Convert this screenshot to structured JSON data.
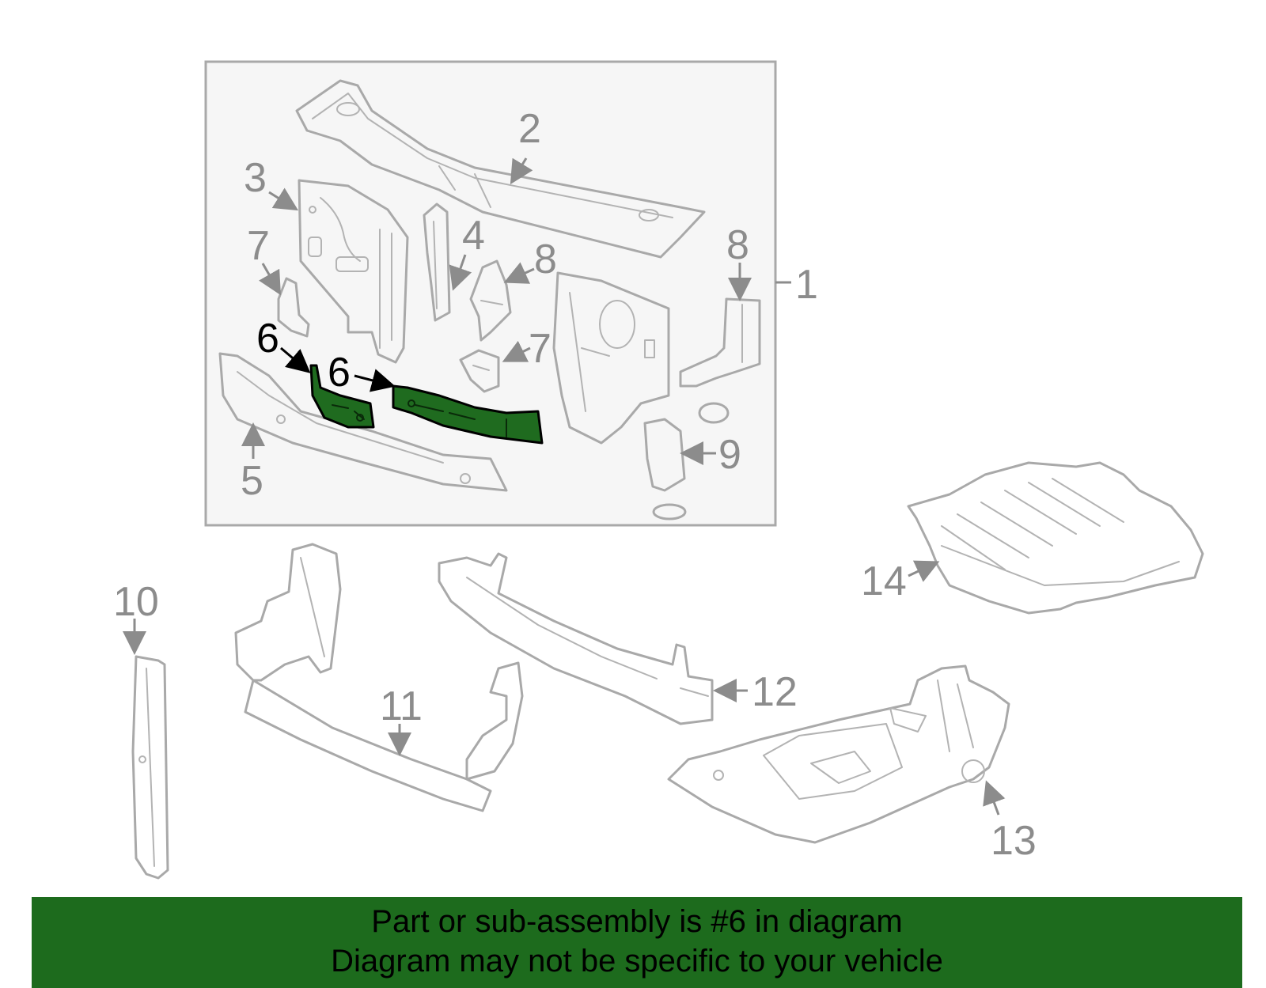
{
  "callouts": {
    "c1": "1",
    "c2": "2",
    "c3": "3",
    "c4": "4",
    "c5": "5",
    "c6a": "6",
    "c6b": "6",
    "c7a": "7",
    "c7b": "7",
    "c8a": "8",
    "c8b": "8",
    "c9": "9",
    "c10": "10",
    "c11": "11",
    "c12": "12",
    "c13": "13",
    "c14": "14"
  },
  "highlight_color": "#1f6b1f",
  "footer": {
    "line1": "Part or sub-assembly is #6 in diagram",
    "line2": "Diagram may not be specific to your vehicle"
  }
}
